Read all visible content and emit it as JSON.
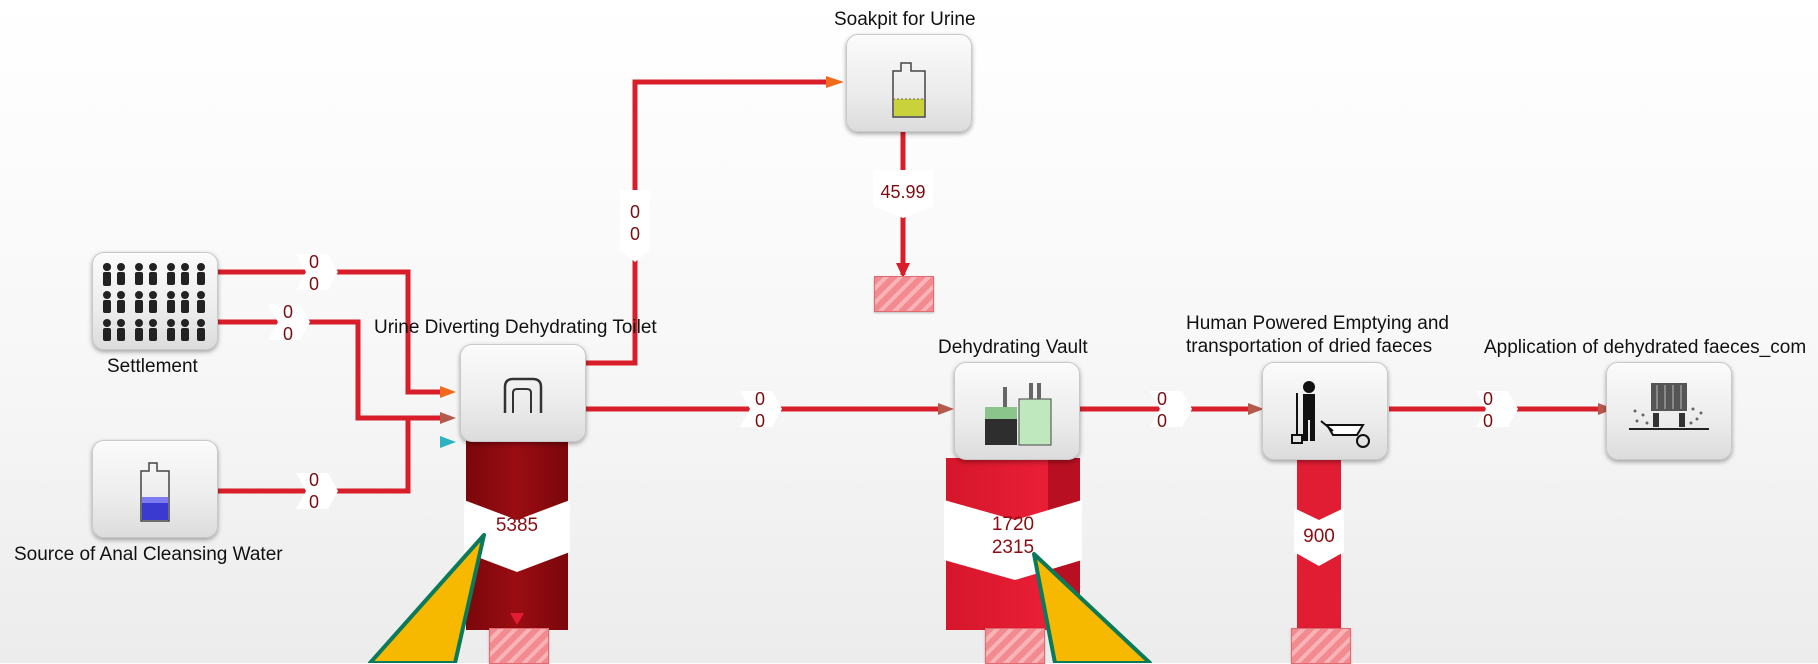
{
  "nodes": {
    "settlement": {
      "label": "Settlement",
      "icon": "people-group-icon"
    },
    "anal_water": {
      "label": "Source of Anal Cleansing Water",
      "icon": "water-tank-icon"
    },
    "uddt": {
      "label": "Urine Diverting Dehydrating Toilet",
      "icon": "toilet-icon"
    },
    "soakpit": {
      "label": "Soakpit for Urine",
      "icon": "soakpit-tank-icon"
    },
    "vault": {
      "label": "Dehydrating Vault",
      "icon": "vault-chambers-icon"
    },
    "emptying": {
      "label_line1": "Human Powered Emptying and",
      "label_line2": "transportation of dried faeces",
      "icon": "worker-wheelbarrow-icon"
    },
    "application": {
      "label": "Application of dehydrated faeces_com",
      "icon": "field-application-icon"
    }
  },
  "flows": {
    "settlement_to_uddt_a": [
      "0",
      "0"
    ],
    "settlement_to_uddt_b": [
      "0",
      "0"
    ],
    "water_to_uddt": [
      "0",
      "0"
    ],
    "uddt_to_soakpit": [
      "0",
      "0"
    ],
    "soakpit_loss": "45.99",
    "uddt_to_vault": [
      "0",
      "0"
    ],
    "vault_to_emptying": [
      "0",
      "0"
    ],
    "emptying_to_application": [
      "0",
      "0"
    ]
  },
  "losses": {
    "uddt": "5385",
    "vault": [
      "1720",
      "2315"
    ],
    "emptying": "900"
  },
  "colors": {
    "pipe": "#d81e2a",
    "loss_dark": "#8e0a0f",
    "loss_bright": "#e01d33",
    "arrow_orange": "#f26b1d",
    "arrow_brown": "#b45a4a",
    "arrow_teal": "#2bb3c0",
    "callout_fill": "#f7b900",
    "callout_border": "#0a7a5a"
  }
}
